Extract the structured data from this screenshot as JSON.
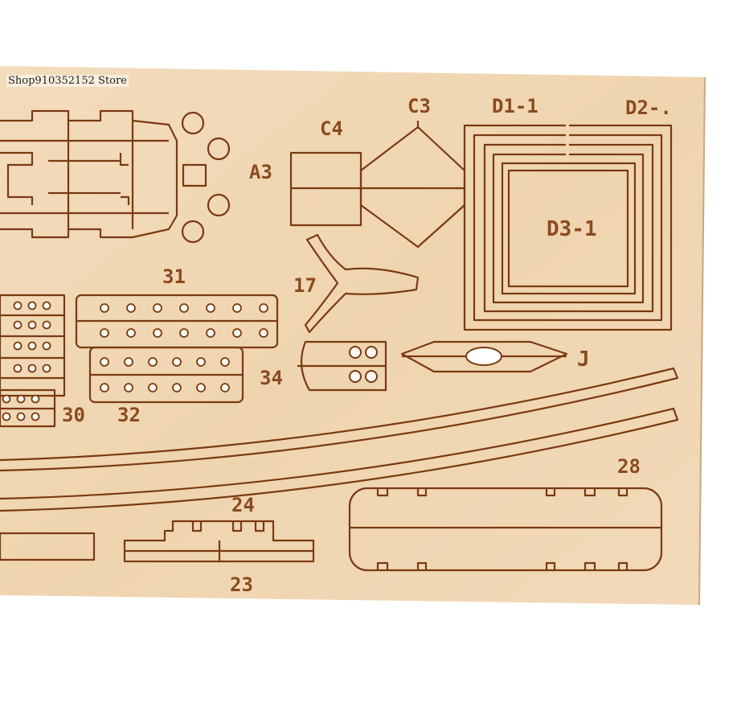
{
  "watermark": "Shop910352152 Store",
  "colors": {
    "wood": "#f1d7b4",
    "burn": "#7a3a12",
    "label": "#8a4b1f"
  },
  "parts": {
    "A3": "A3",
    "C4": "C4",
    "C3": "C3",
    "D1_1": "D1-1",
    "D2": "D2-.",
    "D3_1": "D3-1",
    "p31": "31",
    "p17": "17",
    "J": "J",
    "p34": "34",
    "p30": "30",
    "p32": "32",
    "p28": "28",
    "p24": "24",
    "p23": "23"
  }
}
